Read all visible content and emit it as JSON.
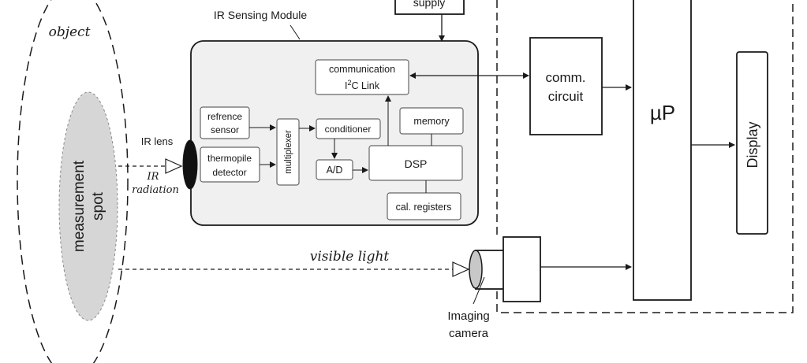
{
  "labels": {
    "object": "object",
    "measurement_line1": "measurement",
    "measurement_line2": "spot",
    "ir_sensing_module": "IR Sensing Module",
    "supply": "supply",
    "communication": "communication",
    "i2c_prefix": "I",
    "i2c_sup": "2",
    "i2c_suffix": "C Link",
    "refrence_line1": "refrence",
    "refrence_line2": "sensor",
    "thermopile_line1": "thermopile",
    "thermopile_line2": "detector",
    "multiplexer": "multiplexer",
    "conditioner": "conditioner",
    "memory": "memory",
    "ad": "A/D",
    "dsp": "DSP",
    "cal_registers": "cal. registers",
    "comm_line1": "comm.",
    "comm_line2": "circuit",
    "microprocessor": "µP",
    "display": "Display",
    "ir_lens": "IR lens",
    "ir": "IR",
    "radiation": "radiation",
    "visible_light": "visible light",
    "imaging_line1": "Imaging",
    "imaging_line2": "camera"
  },
  "colors": {
    "stroke": "#1a1a1a",
    "module_fill": "#f0f0f0",
    "spot_fill": "#d6d6d6",
    "lens_fill": "#111111"
  }
}
